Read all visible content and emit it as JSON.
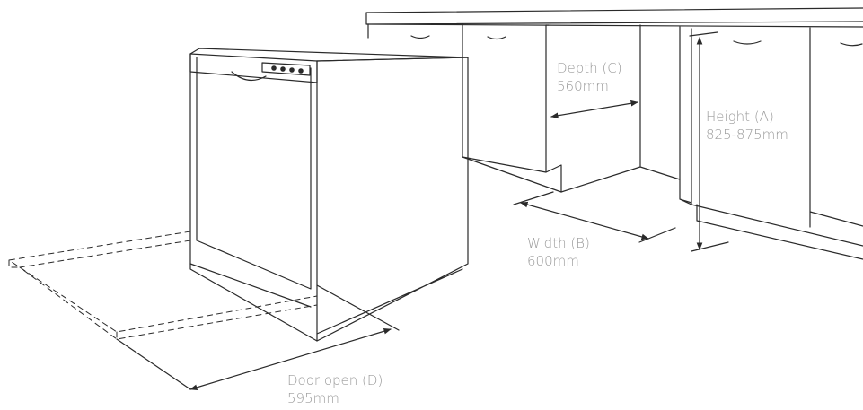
{
  "dimensions": {
    "depth": {
      "name": "Depth (C)",
      "value": "560mm"
    },
    "height": {
      "name": "Height (A)",
      "value": "825-875mm"
    },
    "width": {
      "name": "Width (B)",
      "value": "600mm"
    },
    "door": {
      "name": "Door open (D)",
      "value": "595mm"
    }
  },
  "colors": {
    "line": "#2a2a2a",
    "label": "#9a9a9a",
    "background": "#ffffff"
  }
}
